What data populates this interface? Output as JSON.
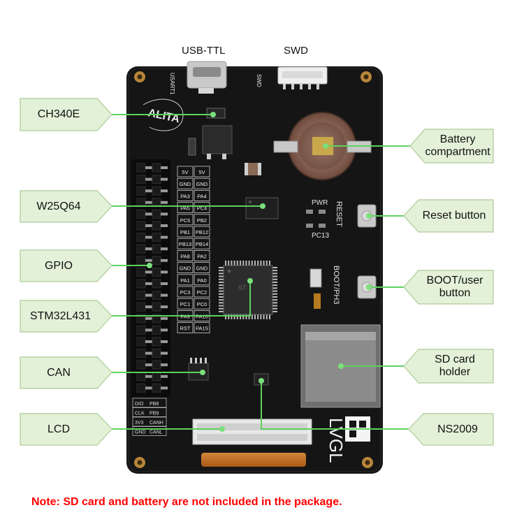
{
  "top_labels": {
    "usb": "USB-TTL",
    "swd": "SWD"
  },
  "callouts": {
    "ch340e": "CH340E",
    "w25q64": "W25Q64",
    "gpio": "GPIO",
    "stm32": "STM32L431",
    "can": "CAN",
    "lcd": "LCD",
    "battery": "Battery\ncompartment",
    "reset": "Reset button",
    "boot": "BOOT/user\nbutton",
    "sdcard": "SD card\nholder",
    "ns2009": "NS2009"
  },
  "board_silk": {
    "usart1": "USART1",
    "swd": "SWD",
    "brand": "ALITA",
    "lvgl": "LVGL",
    "reset": "RESET",
    "pwr": "PWR",
    "pc13": "PC13",
    "boot_ph3": "BOOT/PH3",
    "pins_left": [
      "5V",
      "GND",
      "PA3",
      "PA5",
      "PC5",
      "PB1",
      "PB13",
      "PA8",
      "GND",
      "PA1",
      "PC3",
      "PC1",
      "PA9",
      "RST"
    ],
    "pins_right": [
      "5V",
      "GND",
      "PA4",
      "PC4",
      "PB2",
      "PB12",
      "PB14",
      "PA2",
      "GND",
      "PA0",
      "PC2",
      "PC0",
      "PA10",
      "PA15"
    ],
    "can_pins_left": [
      "DIO",
      "CLK",
      "3V3",
      "GND"
    ],
    "can_pins_right": [
      "PB8",
      "PB9",
      "CANH",
      "CANL"
    ]
  },
  "note": "Note: SD card and battery are not included in the package.",
  "colors": {
    "callout_fill": "#e3f1d8",
    "callout_stroke": "#b9d3a6",
    "leader_line": "#5ed15e",
    "pcb": "#151515",
    "note": "#ff0000"
  }
}
